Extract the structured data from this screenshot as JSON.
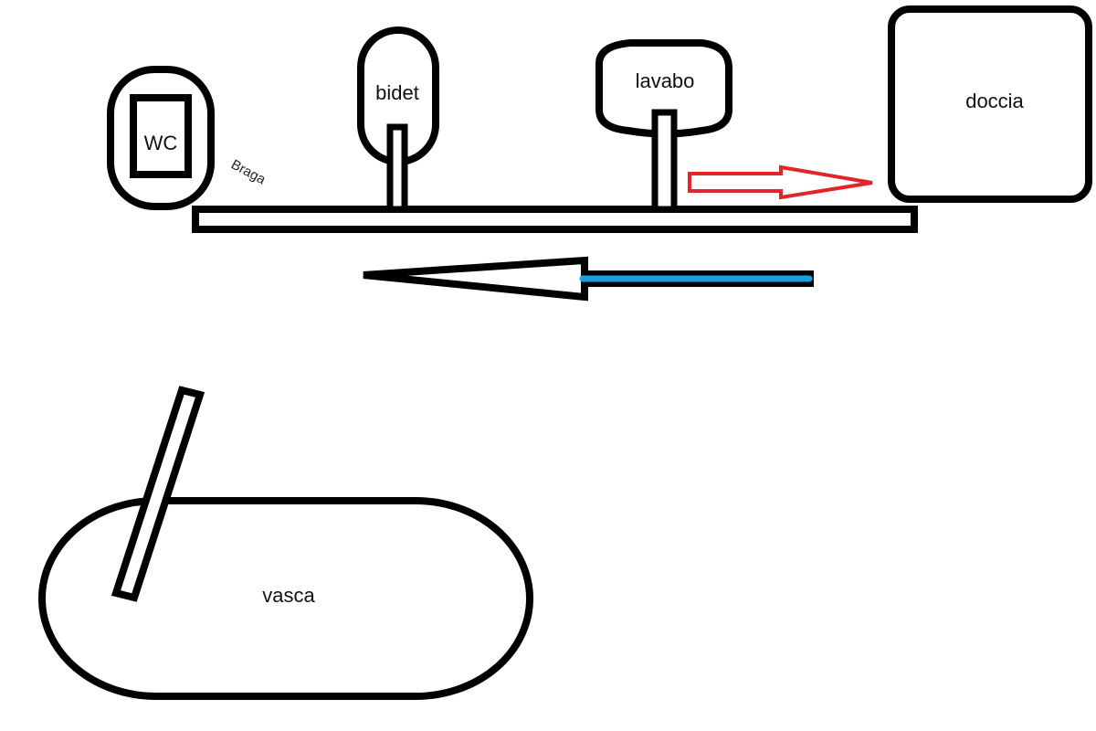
{
  "fixtures": {
    "wc": "WC",
    "bidet": "bidet",
    "lavabo": "lavabo",
    "doccia": "doccia",
    "vasca": "vasca"
  },
  "pipe": {
    "braga": "Braga"
  },
  "colors": {
    "stroke": "#000000",
    "flow_out": "#e0252b",
    "flow_in": "#1a9fe0"
  }
}
